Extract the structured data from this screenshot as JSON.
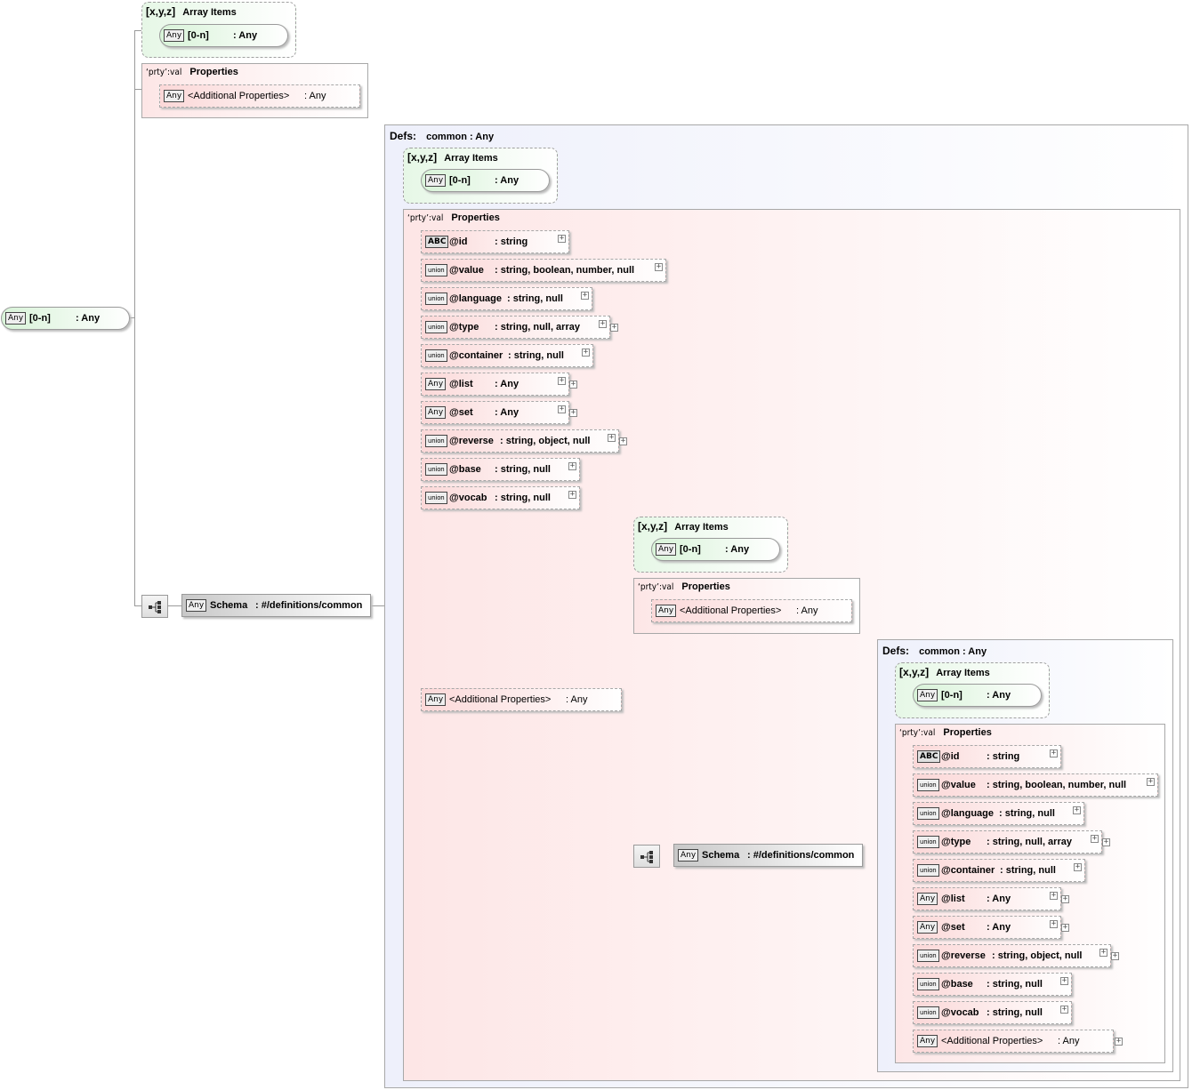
{
  "labels": {
    "array_items_symbol": "[x,y,z]",
    "array_items_title": "Array Items",
    "properties_symbol": "‘prty’:val",
    "properties_title": "Properties",
    "defs_title": "Defs:",
    "defs_common": "common : Any",
    "any_badge": "Any",
    "abc_badge": "ABC",
    "union_badge": "union",
    "plus": "+"
  },
  "root": {
    "name": "[0-n]",
    "type": ": Any"
  },
  "top_array_item": {
    "name": "[0-n]",
    "type": ": Any"
  },
  "top_additional": {
    "name": "<Additional Properties>",
    "type": ": Any"
  },
  "schema_ref": {
    "name": "Schema",
    "type": ": #/definitions/common"
  },
  "defs1": {
    "array_item": {
      "name": "[0-n]",
      "type": ": Any"
    },
    "properties": [
      {
        "badge": "ABC",
        "name": "@id",
        "type": ": string"
      },
      {
        "badge": "union",
        "name": "@value",
        "type": ": string, boolean, number, null"
      },
      {
        "badge": "union",
        "name": "@language",
        "type": ": string, null"
      },
      {
        "badge": "union",
        "name": "@type",
        "type": ": string, null, array"
      },
      {
        "badge": "union",
        "name": "@container",
        "type": ": string, null"
      },
      {
        "badge": "Any",
        "name": "@list",
        "type": ": Any"
      },
      {
        "badge": "Any",
        "name": "@set",
        "type": ": Any"
      },
      {
        "badge": "union",
        "name": "@reverse",
        "type": ": string, object, null"
      },
      {
        "badge": "union",
        "name": "@base",
        "type": ": string, null"
      },
      {
        "badge": "union",
        "name": "@vocab",
        "type": ": string, null"
      }
    ],
    "additional": {
      "name": "<Additional Properties>",
      "type": ": Any"
    },
    "inner_array_item": {
      "name": "[0-n]",
      "type": ": Any"
    },
    "inner_additional": {
      "name": "<Additional Properties>",
      "type": ": Any"
    },
    "inner_schema": {
      "name": "Schema",
      "type": ": #/definitions/common"
    }
  },
  "defs2": {
    "array_item": {
      "name": "[0-n]",
      "type": ": Any"
    },
    "properties": [
      {
        "badge": "ABC",
        "name": "@id",
        "type": ": string"
      },
      {
        "badge": "union",
        "name": "@value",
        "type": ": string, boolean, number, null"
      },
      {
        "badge": "union",
        "name": "@language",
        "type": ": string, null"
      },
      {
        "badge": "union",
        "name": "@type",
        "type": ": string, null, array"
      },
      {
        "badge": "union",
        "name": "@container",
        "type": ": string, null"
      },
      {
        "badge": "Any",
        "name": "@list",
        "type": ": Any"
      },
      {
        "badge": "Any",
        "name": "@set",
        "type": ": Any"
      },
      {
        "badge": "union",
        "name": "@reverse",
        "type": ": string, object, null"
      },
      {
        "badge": "union",
        "name": "@base",
        "type": ": string, null"
      },
      {
        "badge": "union",
        "name": "@vocab",
        "type": ": string, null"
      }
    ],
    "additional": {
      "name": "<Additional Properties>",
      "type": ": Any"
    }
  }
}
